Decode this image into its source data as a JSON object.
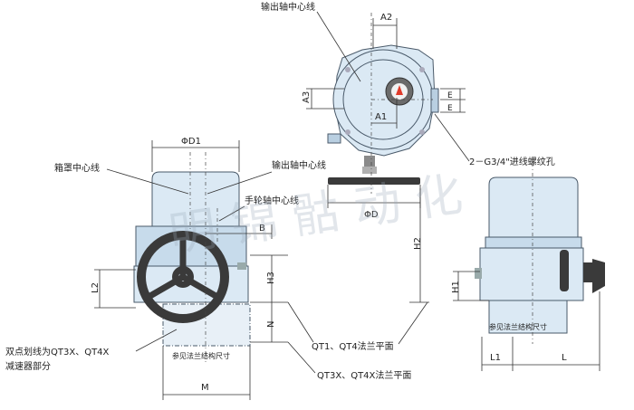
{
  "labels": {
    "output_center_top": "输出轴中心线",
    "A2": "A2",
    "A3": "A3",
    "E1": "E",
    "E2": "E",
    "A1": "A1",
    "conduit": "2－G3/4\"进线螺纹孔",
    "phiD1": "ΦD1",
    "cover_center": "箱罩中心线",
    "output_center_front": "输出轴中心线",
    "handwheel_center": "手轮轴中心线",
    "B": "B",
    "phiD": "ΦD",
    "H2": "H2",
    "L2": "L2",
    "H3": "H3",
    "N": "N",
    "double_dash_1": "双点划线为QT3X、QT4X",
    "double_dash_2": "减速器部分",
    "flange_ref_front": "参见法兰结构尺寸",
    "M": "M",
    "qt1_qt4": "QT1、QT4法兰平面",
    "qt3x_qt4x": "QT3X、QT4X法兰平面",
    "H1": "H1",
    "flange_ref_side": "参见法兰结构尺寸",
    "L1": "L1",
    "L": "L"
  },
  "watermark": "明 锦 骷 动 化",
  "colors": {
    "body_fill": "#dbe9f4",
    "body_dark": "#c7dbeb",
    "handwheel": "#3a3a3a",
    "indicator_red": "#e03a2a"
  }
}
